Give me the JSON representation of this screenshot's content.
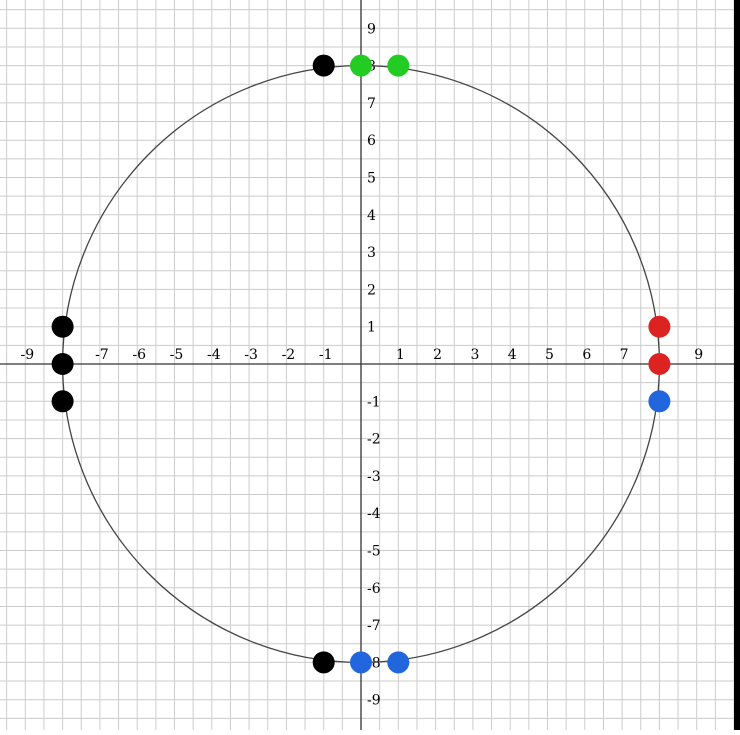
{
  "chart_data": {
    "type": "scatter",
    "xlim": [
      -9.5,
      10
    ],
    "ylim": [
      -10,
      9.5
    ],
    "grid": true,
    "grid_step": 0.5,
    "x_ticks": [
      "-9",
      "-7",
      "-6",
      "-5",
      "-4",
      "-3",
      "-2",
      "-1",
      "1",
      "2",
      "3",
      "4",
      "5",
      "6",
      "7",
      "9"
    ],
    "x_tick_values": [
      -9,
      -7,
      -6,
      -5,
      -4,
      -3,
      -2,
      -1,
      1,
      2,
      3,
      4,
      5,
      6,
      7,
      9
    ],
    "y_ticks": [
      "9",
      "8",
      "7",
      "6",
      "5",
      "4",
      "3",
      "2",
      "1",
      "-1",
      "-2",
      "-3",
      "-4",
      "-5",
      "-6",
      "-7",
      "-8",
      "-9"
    ],
    "y_tick_values": [
      9,
      8,
      7,
      6,
      5,
      4,
      3,
      2,
      1,
      -1,
      -2,
      -3,
      -4,
      -5,
      -6,
      -7,
      -8,
      -9
    ],
    "circle": {
      "center": [
        0,
        0
      ],
      "radius": 8
    },
    "series": [
      {
        "color": "#000000",
        "points": [
          [
            -1,
            8
          ],
          [
            -8,
            1
          ],
          [
            -8,
            0
          ],
          [
            -8,
            -1
          ],
          [
            -1,
            -8
          ]
        ]
      },
      {
        "color": "#22cc22",
        "points": [
          [
            0,
            8
          ],
          [
            1,
            8
          ]
        ]
      },
      {
        "color": "#dd2222",
        "points": [
          [
            8,
            1
          ],
          [
            8,
            0
          ]
        ]
      },
      {
        "color": "#2266dd",
        "points": [
          [
            8,
            -1
          ],
          [
            0,
            -8
          ],
          [
            1,
            -8
          ]
        ]
      }
    ],
    "colors": {
      "grid": "#cccccc",
      "axis": "#333333",
      "circle": "#444444"
    }
  }
}
